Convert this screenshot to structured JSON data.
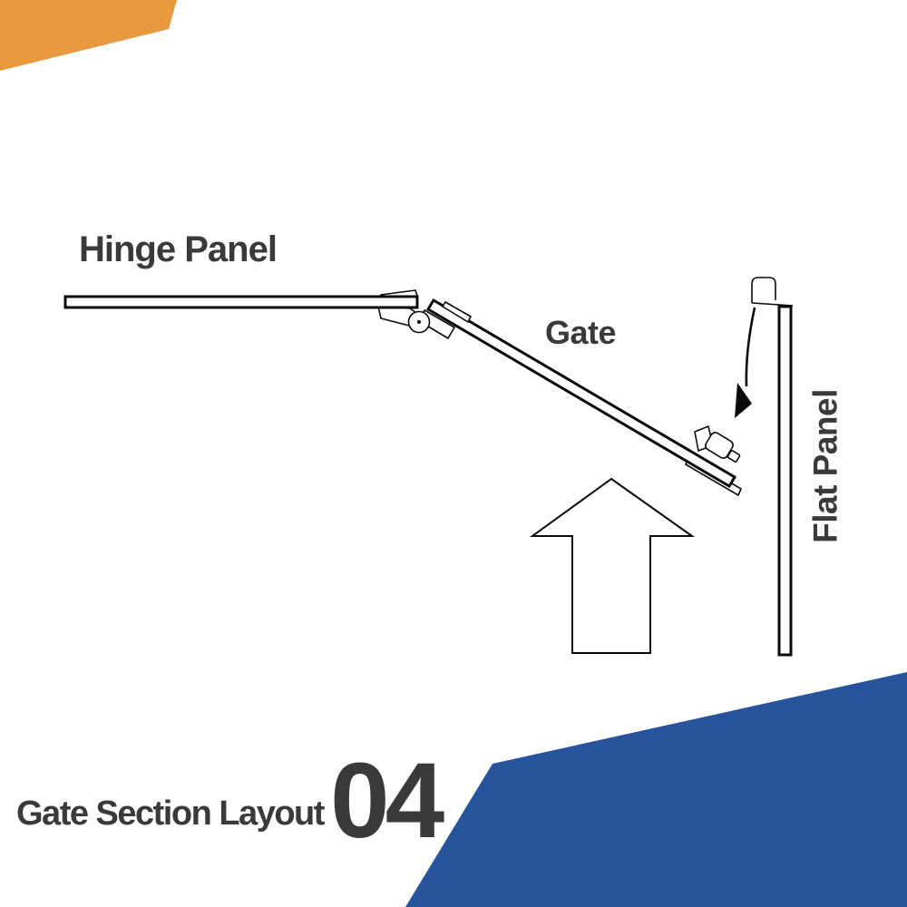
{
  "colors": {
    "accent_orange": "#E8993E",
    "accent_blue": "#27549B",
    "text_dark": "#3A3A3C",
    "line": "#0A0A0A"
  },
  "diagram": {
    "hinge_panel_label": "Hinge Panel",
    "gate_label": "Gate",
    "flat_panel_label": "Flat Panel"
  },
  "footer": {
    "title": "Gate Section Layout",
    "number": "04"
  }
}
